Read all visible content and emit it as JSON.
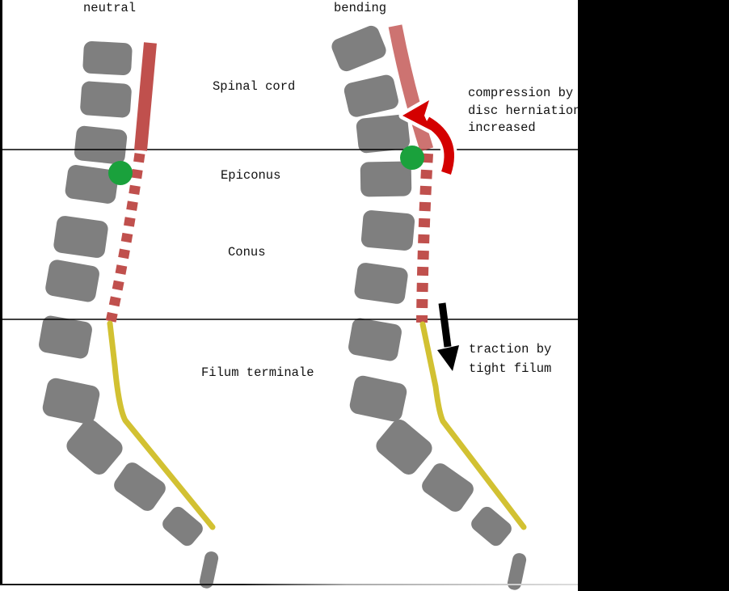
{
  "colors": {
    "vertebra": "#7f7f7f",
    "spinal_cord": "#c0504d",
    "filum": "#d2c132",
    "epiconus_dot": "#1aa13c",
    "compression_arrow": "#d40000",
    "traction_arrow": "#000000",
    "line": "#000000",
    "panel": "#000000",
    "text": "#111111"
  },
  "columns": {
    "left_title": "neutral",
    "right_title": "bending"
  },
  "region_labels": {
    "spinal_cord": "Spinal cord",
    "epiconus": "Epiconus",
    "conus": "Conus",
    "filum_terminale": "Filum terminale"
  },
  "annotations": {
    "compression": "compression by\ndisc herniation\nincreased",
    "traction": "traction by\ntight filum"
  }
}
